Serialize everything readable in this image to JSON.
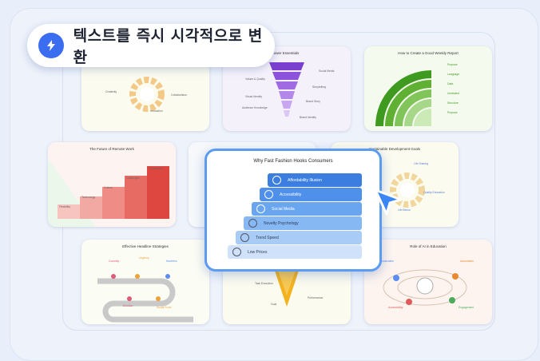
{
  "badge": {
    "text": "텍스트를 즉시 시각적으로 변환",
    "icon": "lightning-icon",
    "accent": "#3a6df0"
  },
  "hero": {
    "title": "Why Fast Fashion Hooks Consumers",
    "steps": [
      {
        "label": "Affordability Illusion",
        "color": "#3b7ee0"
      },
      {
        "label": "Accessibility",
        "color": "#4f91ea"
      },
      {
        "label": "Social Media",
        "color": "#6aa5f0"
      },
      {
        "label": "Novelty Psychology",
        "color": "#86b8f3"
      },
      {
        "label": "Trend Speed",
        "color": "#a8ccf6"
      },
      {
        "label": "Low Prices",
        "color": "#cfe2fa"
      }
    ]
  },
  "cards": {
    "funnel": {
      "title": "...ower Essentials",
      "items": [
        "Social Media",
        "Values & Quality",
        "Storytelling",
        "Visual Identity",
        "Audience Knowledge",
        "Brand Story",
        "Brand Identity"
      ]
    },
    "report": {
      "title": "How to Create a Good Weekly Report",
      "items": [
        "Purpose",
        "Language",
        "Data",
        "Unrelated",
        "Structure",
        "Purpose"
      ]
    },
    "remote": {
      "title": "The Future of Remote Work",
      "steps": [
        "Flexibility",
        "Technology",
        "Culture",
        "Challenges",
        "Productivity"
      ]
    },
    "sdg": {
      "title": "Sustainable Development Goals",
      "items": [
        "Life Sharing",
        "Quality Education",
        "Life Below"
      ]
    },
    "headline": {
      "title": "Effective Headline Strategies",
      "items": [
        "Curiosity",
        "Urgency",
        "Numbers",
        "Emotion",
        "Social Proof"
      ]
    },
    "ai": {
      "title": "Role of AI in Education",
      "items": [
        "Personalization",
        "Automation",
        "Accessibility",
        "Engagement"
      ]
    },
    "gear": {
      "items": [
        "Creativity",
        "Collaboration",
        "Innovation"
      ]
    },
    "cone": {
      "items": [
        "Task Execution",
        "Goal",
        "Performance"
      ]
    }
  }
}
